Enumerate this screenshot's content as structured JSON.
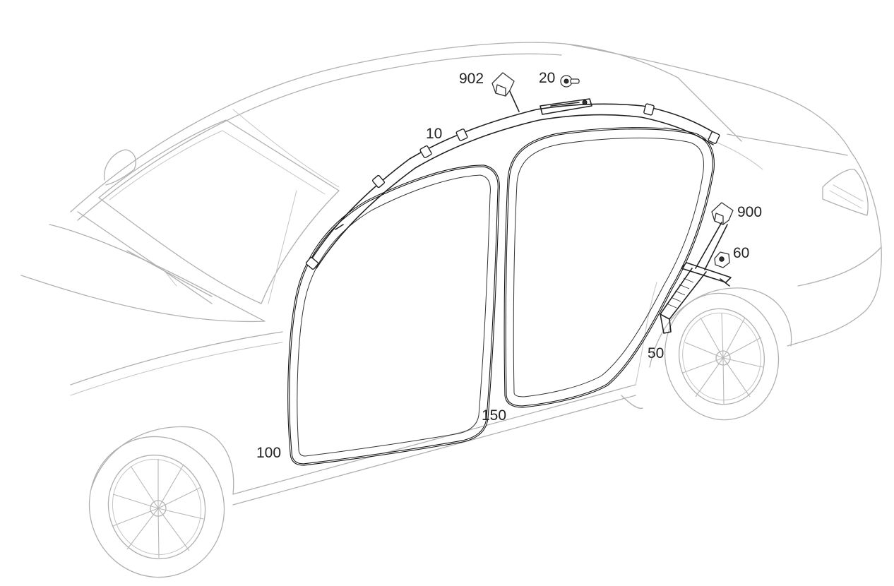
{
  "diagram": {
    "callouts": {
      "c902": "902",
      "c20": "20",
      "c10": "10",
      "c900": "900",
      "c60": "60",
      "c50": "50",
      "c150": "150",
      "c100": "100"
    },
    "colors": {
      "vehicle_outline": "#b0b0b0",
      "part_stroke": "#222222",
      "seal_stroke": "#111111",
      "background": "#ffffff"
    }
  }
}
